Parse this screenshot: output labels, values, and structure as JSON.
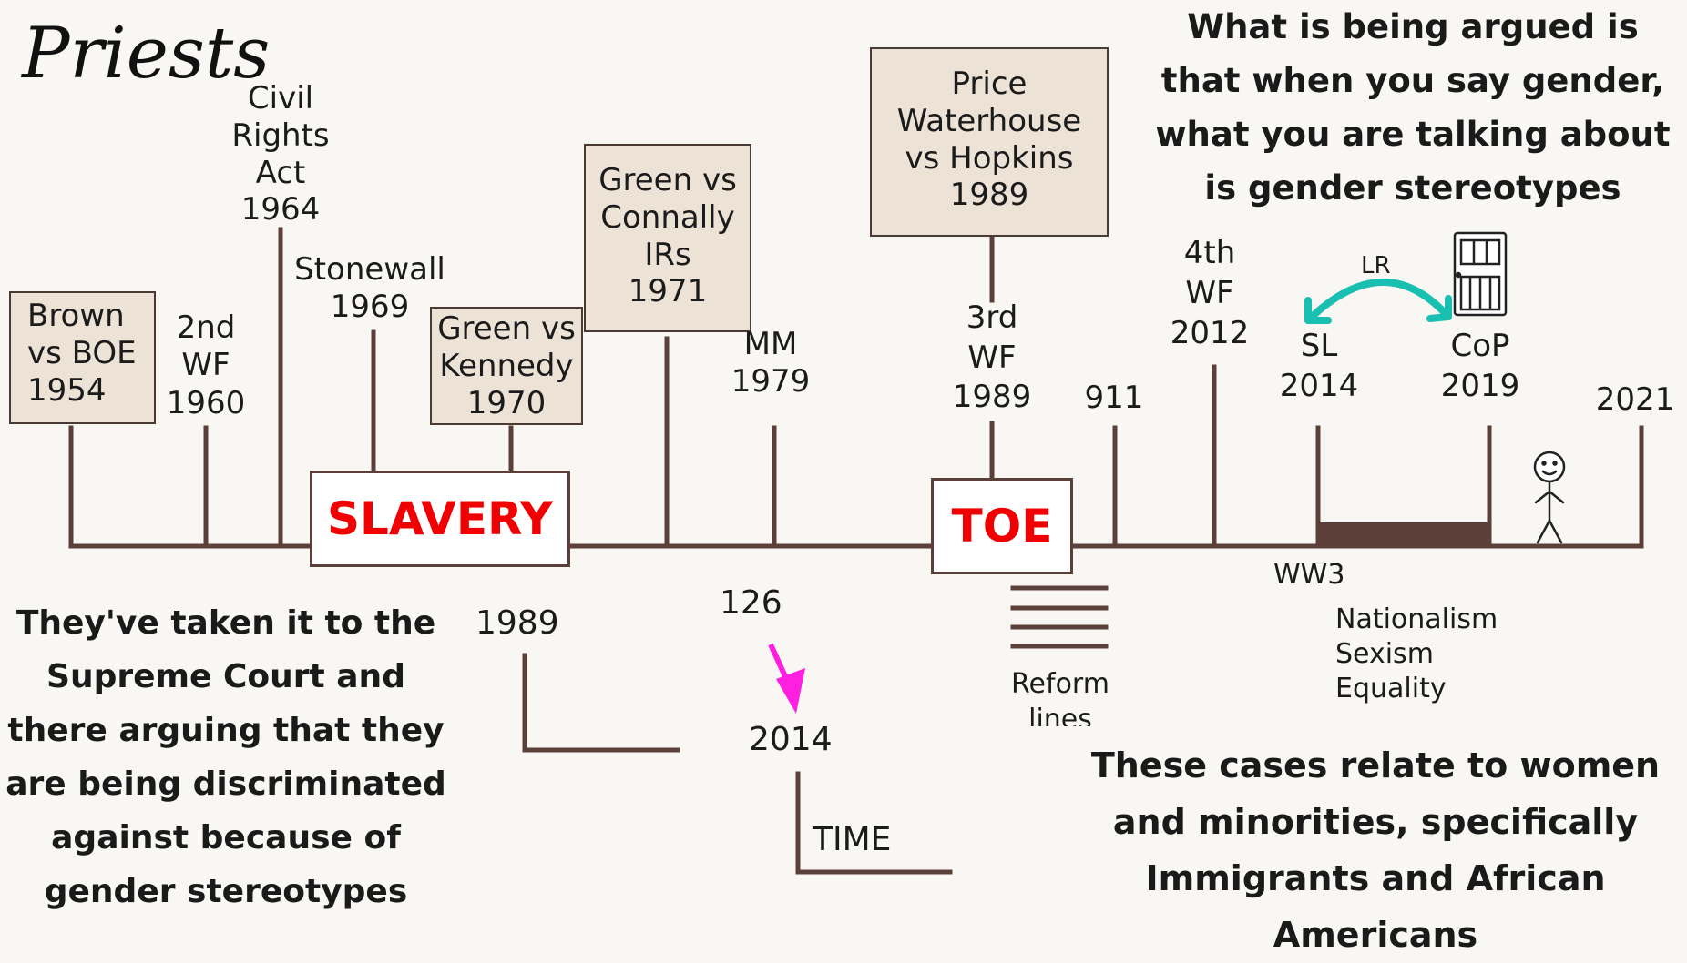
{
  "title": "Priests",
  "notes": {
    "top_right": "What is being argued is that when you say gender, what you are talking about is gender stereotypes",
    "bottom_left": "They've taken it to the Supreme Court and there arguing that they are being discriminated against because of gender stereotypes",
    "bottom_right": "These cases relate to women and minorities, specifically Immigrants and African Americans"
  },
  "timeline": {
    "boxed_events": {
      "brown": "Brown\nvs BOE\n1954",
      "green_kennedy": "Green vs\nKennedy\n1970",
      "green_connally": "Green vs\nConnally\nIRs\n1971",
      "price_waterhouse": "Price\nWaterhouse\nvs Hopkins\n1989"
    },
    "events": {
      "second_wf": "2nd\nWF\n1960",
      "civil_rights": "Civil\nRights\nAct\n1964",
      "stonewall": "Stonewall\n1969",
      "mm": "MM\n1979",
      "third_wf": "3rd\nWF\n1989",
      "nine_eleven": "911",
      "fourth_wf": "4th\nWF\n2012",
      "sl": "SL\n2014",
      "cop": "CoP\n2019",
      "y2021": "2021"
    },
    "center_boxes": {
      "slavery": "SLAVERY",
      "toe": "TOE"
    },
    "lr_label": "LR",
    "ww3": "WW3",
    "ww3_list": "Nationalism\nSexism\nEquality",
    "reform_lines": "Reform\nlines"
  },
  "lower": {
    "y1989": "1989",
    "n126": "126",
    "y2014": "2014",
    "time": "TIME"
  },
  "colors": {
    "line": "#5b3f38",
    "box_fill": "#ece2d6",
    "red_text": "#f00000",
    "teal_arrow": "#19bfb0",
    "magenta_arrow": "#ff1fe0"
  },
  "icons": [
    "door-icon",
    "stick-figure-icon",
    "curved-double-arrow-icon",
    "magenta-arrow-icon"
  ]
}
